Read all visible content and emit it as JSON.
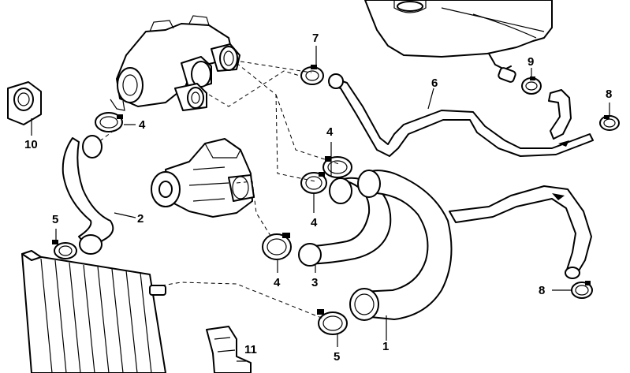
{
  "callouts": {
    "c1": "1",
    "c2": "2",
    "c3": "3",
    "c4a": "4",
    "c4b": "4",
    "c4c": "4",
    "c4d": "4",
    "c5a": "5",
    "c5b": "5",
    "c6": "6",
    "c7": "7",
    "c8a": "8",
    "c8b": "8",
    "c9": "9",
    "c10": "10",
    "c11": "11"
  }
}
